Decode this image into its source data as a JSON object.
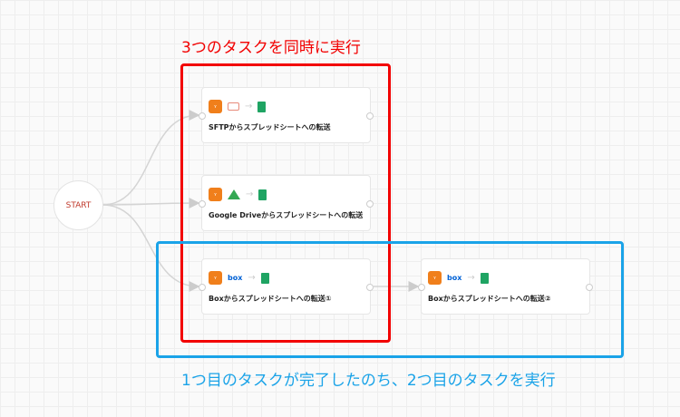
{
  "annotations": {
    "parallel": "3つのタスクを同時に実行",
    "sequential": "1つ目のタスクが完了したのち、2つ目のタスクを実行"
  },
  "start": {
    "label": "START"
  },
  "tasks": [
    {
      "title": "SFTPからスプレッドシートへの転送",
      "source": "folder-icon"
    },
    {
      "title": "Google Driveからスプレッドシートへの転送",
      "source": "google-drive-icon"
    },
    {
      "title": "Boxからスプレッドシートへの転送①",
      "source": "box-icon",
      "box_label": "box"
    },
    {
      "title": "Boxからスプレッドシートへの転送②",
      "source": "box-icon",
      "box_label": "box"
    }
  ],
  "colors": {
    "parallel": "#f20000",
    "sequential": "#1aa3e8",
    "yoom": "#f07f1b"
  }
}
